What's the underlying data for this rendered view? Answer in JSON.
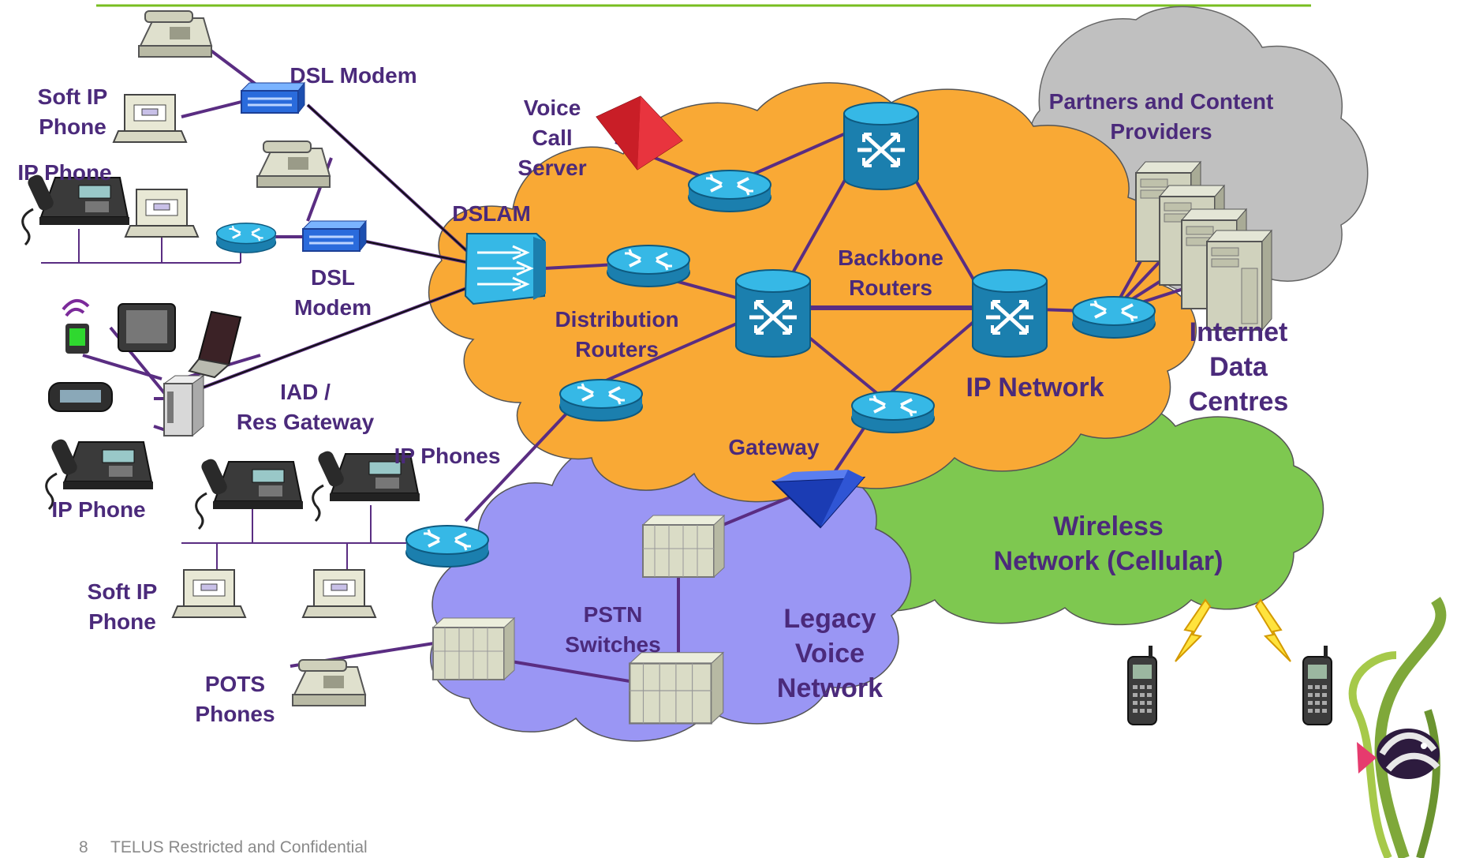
{
  "footer": {
    "page_number": "8",
    "text": "TELUS Restricted and Confidential"
  },
  "labels": {
    "dsl_modem_top": "DSL Modem",
    "soft_ip_phone_top_1": "Soft IP",
    "soft_ip_phone_top_2": "Phone",
    "ip_phone_top": "IP Phone",
    "voice_call_server_1": "Voice",
    "voice_call_server_2": "Call",
    "voice_call_server_3": "Server",
    "dslam": "DSLAM",
    "dsl_modem_mid_1": "DSL",
    "dsl_modem_mid_2": "Modem",
    "iad_1": "IAD /",
    "iad_2": "Res Gateway",
    "ip_phone_left": "IP Phone",
    "ip_phones": "IP Phones",
    "soft_ip_phone_bottom_1": "Soft IP",
    "soft_ip_phone_bottom_2": "Phone",
    "pots_1": "POTS",
    "pots_2": "Phones",
    "distribution_1": "Distribution",
    "distribution_2": "Routers",
    "backbone_1": "Backbone",
    "backbone_2": "Routers",
    "ip_network": "IP Network",
    "gateway": "Gateway",
    "partners_1": "Partners and Content",
    "partners_2": "Providers",
    "idc_1": "Internet",
    "idc_2": "Data",
    "idc_3": "Centres",
    "wireless_1": "Wireless",
    "wireless_2": "Network (Cellular)",
    "pstn_1": "PSTN",
    "pstn_2": "Switches",
    "legacy_1": "Legacy",
    "legacy_2": "Voice",
    "legacy_3": "Network"
  },
  "colors": {
    "ip_cloud": "#f9a935",
    "partners_cloud": "#c0c0c0",
    "wireless_cloud": "#7ec850",
    "legacy_cloud": "#9a96f4",
    "label_text": "#4b2a7b",
    "links": "#5a2d82",
    "router": "#2aa8d8",
    "header_rule": "#78be20"
  },
  "icons": [
    "phone-icon",
    "computer-icon",
    "dsl-modem-icon",
    "router-icon",
    "backbone-switch-icon",
    "dslam-icon",
    "voice-call-server-icon",
    "gateway-icon",
    "server-icon",
    "pstn-switch-icon",
    "cell-phone-icon",
    "lightning-icon",
    "tv-icon",
    "laptop-icon",
    "pda-icon",
    "pager-icon",
    "iad-icon",
    "fish-logo-icon"
  ]
}
